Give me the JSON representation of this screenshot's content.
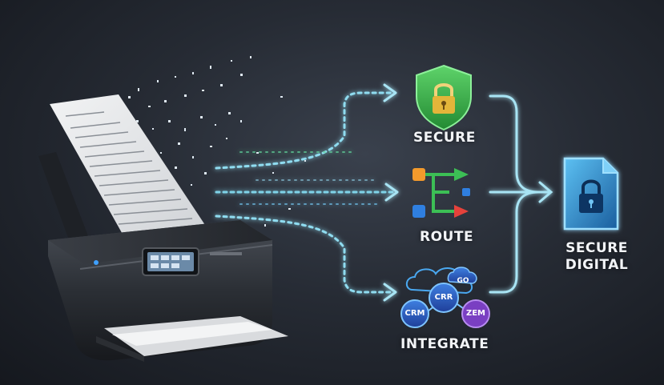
{
  "labels": {
    "secure": "SECURE",
    "route": "ROUTE",
    "integrate": "INTEGRATE",
    "digital_line1": "SECURE",
    "digital_line2": "DIGITAL"
  },
  "integrate_bubbles": {
    "center": "CRR",
    "left": "CRM",
    "right": "ZEM",
    "cloud": "GO"
  },
  "colors": {
    "shield_green": "#3fb04a",
    "lock_gold": "#e3b53a",
    "route_orange": "#f39a2c",
    "route_green": "#3cbf55",
    "route_blue": "#2f7fe0",
    "route_red": "#e5423b",
    "flow_cyan": "#8fdcf0",
    "digital_blue": "#2a8fd8"
  },
  "icons": [
    "shield-lock-icon",
    "route-flow-icon",
    "cloud-network-icon",
    "secure-file-icon",
    "document-scanner"
  ]
}
